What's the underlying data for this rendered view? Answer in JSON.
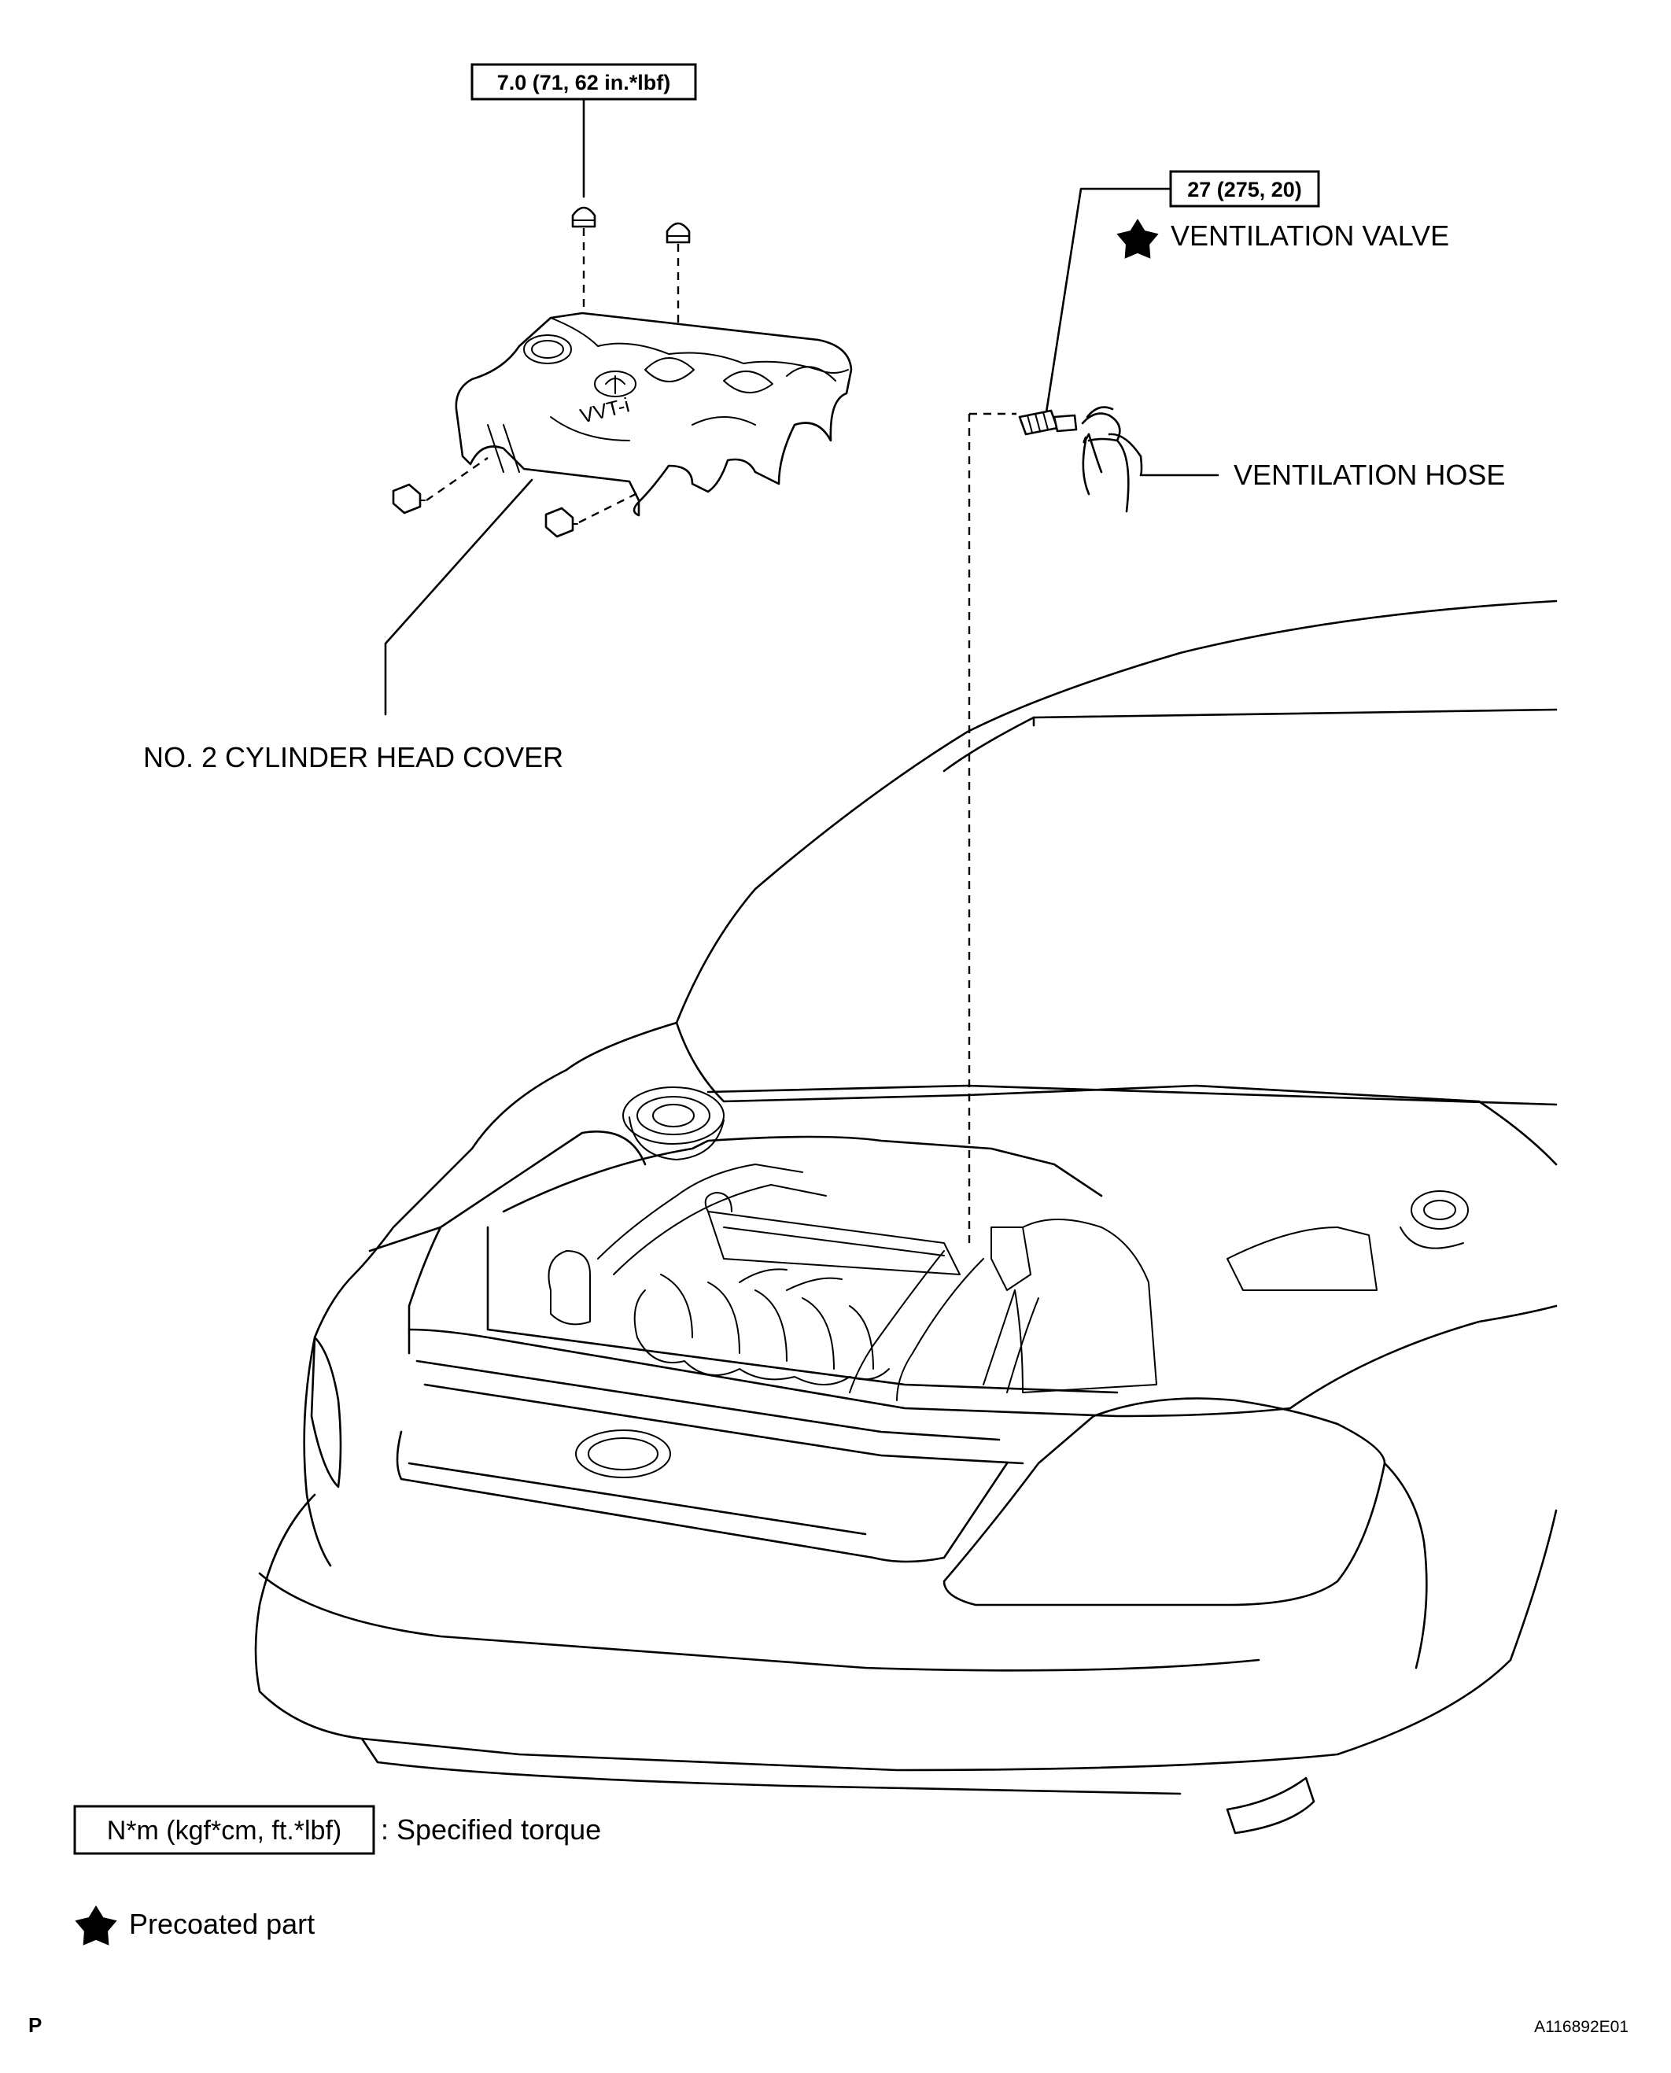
{
  "labels": {
    "torque_cover": "7.0 (71, 62 in.*lbf)",
    "torque_valve": "27 (275, 20)",
    "ventilation_valve": "VENTILATION VALVE",
    "ventilation_hose": "VENTILATION HOSE",
    "cylinder_head_cover": "NO. 2 CYLINDER HEAD COVER",
    "cover_emblem": "VVT-i"
  },
  "legend": {
    "torque_unit": "N*m (kgf*cm, ft.*lbf)",
    "torque_desc": ": Specified torque",
    "precoated_desc": "Precoated part"
  },
  "footer": {
    "page_letter": "P",
    "figure_id": "A116892E01"
  }
}
